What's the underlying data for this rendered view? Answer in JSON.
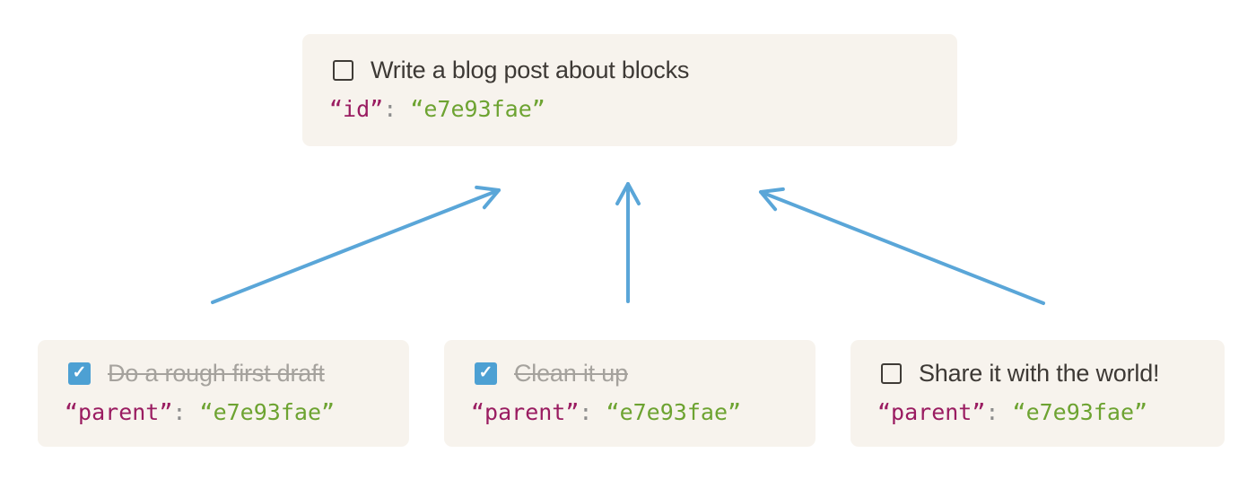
{
  "icons": {
    "check_glyph": "✓"
  },
  "colors": {
    "page_bg": "#ffffff",
    "card_bg": "#f7f3ed",
    "arrow": "#5aa6d8",
    "checkbox_border": "#3f3b36",
    "checkbox_checked_bg": "#4da0d3",
    "checkbox_check": "#ffffff",
    "title_text": "#3d3935",
    "done_text": "#a5a29d",
    "code_key": "#9a1c61",
    "code_punct": "#8d8d8d",
    "code_value": "#6da331"
  },
  "parent_card": {
    "title": "Write a blog post about blocks",
    "checked": false,
    "code": {
      "key": "“id”",
      "sep": ": ",
      "value": "“e7e93fae”"
    }
  },
  "child_cards": [
    {
      "title": "Do a rough first draft",
      "checked": true,
      "code": {
        "key": "“parent”",
        "sep": ": ",
        "value": "“e7e93fae”"
      }
    },
    {
      "title": "Clean it up",
      "checked": true,
      "code": {
        "key": "“parent”",
        "sep": ": ",
        "value": "“e7e93fae”"
      }
    },
    {
      "title": "Share it with the world!",
      "checked": false,
      "code": {
        "key": "“parent”",
        "sep": ": ",
        "value": "“e7e93fae”"
      }
    }
  ]
}
